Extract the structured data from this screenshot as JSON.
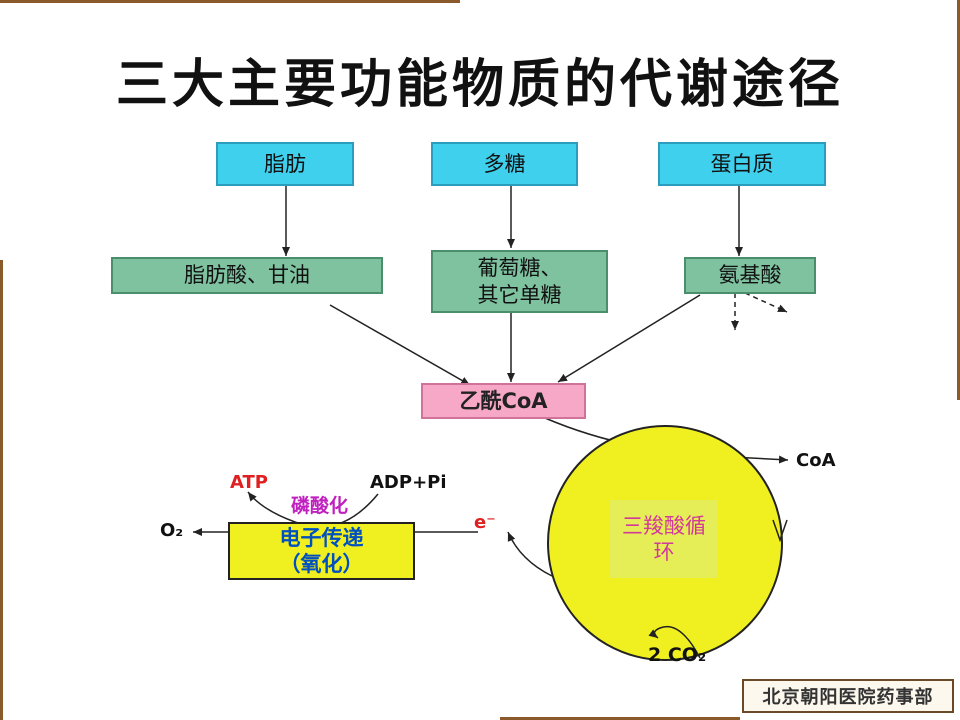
{
  "title": "三大主要功能物质的代谢途径",
  "sources": {
    "fat": "脂肪",
    "sugar": "多糖",
    "protein": "蛋白质"
  },
  "intermediates": {
    "fatty": "脂肪酸、甘油",
    "glucose_line1": "葡萄糖、",
    "glucose_line2": "其它单糖",
    "amino": "氨基酸"
  },
  "acetyl_coa": "乙酰CoA",
  "coa_out": "CoA",
  "tca_line1": "三羧酸循",
  "tca_line2": "环",
  "co2": "2 CO₂",
  "electron": "e⁻",
  "electron_transport_line1": "电子传递",
  "electron_transport_line2": "（氧化）",
  "o2": "O₂",
  "atp": "ATP",
  "adp": "ADP+Pi",
  "phosphorylation": "磷酸化",
  "logo": "北京朝阳医院药事部",
  "colors": {
    "source_box": "#3fd0ee",
    "intermediate_box": "#7ec2a0",
    "acetyl_box": "#f7a8c7",
    "tca_circle": "#f0f020",
    "frame": "#8a5a2b"
  }
}
